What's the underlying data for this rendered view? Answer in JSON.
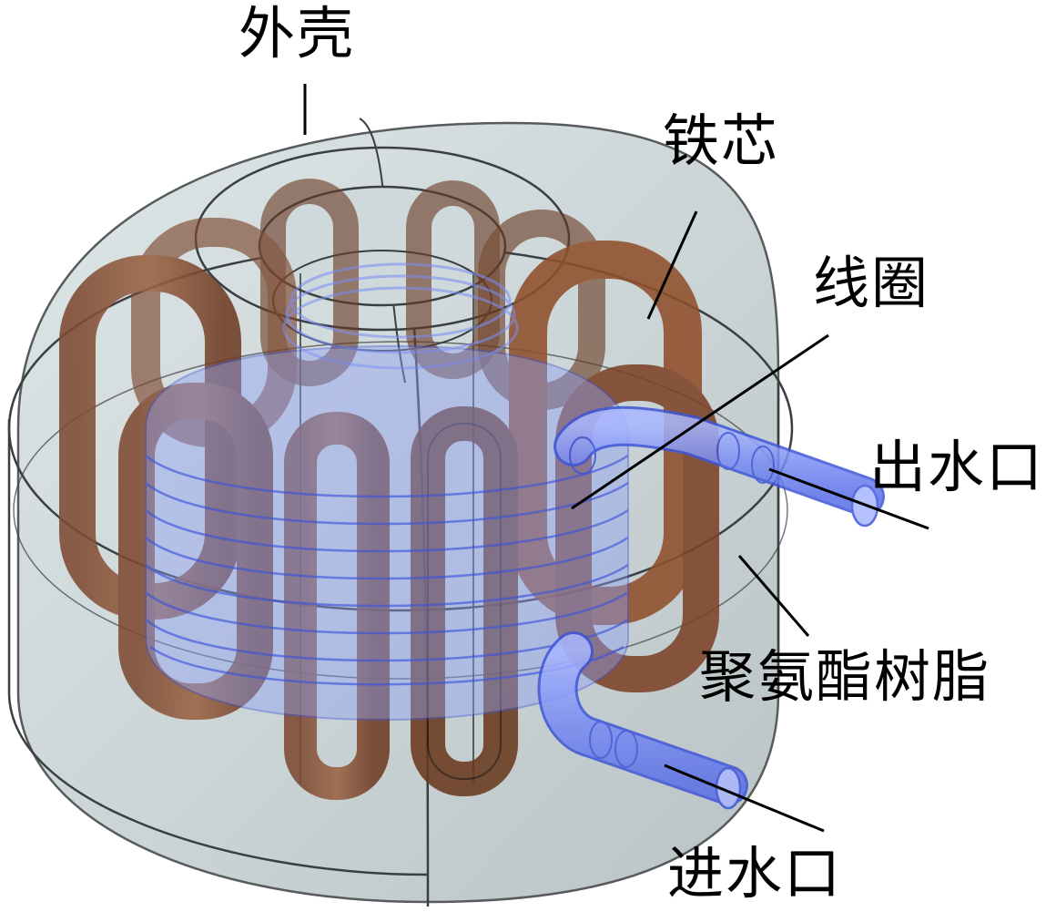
{
  "labels": {
    "shell": "外壳",
    "core": "铁芯",
    "coil": "线圈",
    "water_outlet": "出水口",
    "polyurethane_resin": "聚氨酯树脂",
    "water_inlet": "进水口"
  },
  "colors": {
    "shell_fill": "#c9d3d5",
    "shell_edge": "#3a3f41",
    "core_fill": "#8a5236",
    "core_dark": "#6a3a22",
    "coil_fill": "#6f86f2",
    "coil_edge": "#3e55d8",
    "leader_line": "#000000"
  }
}
